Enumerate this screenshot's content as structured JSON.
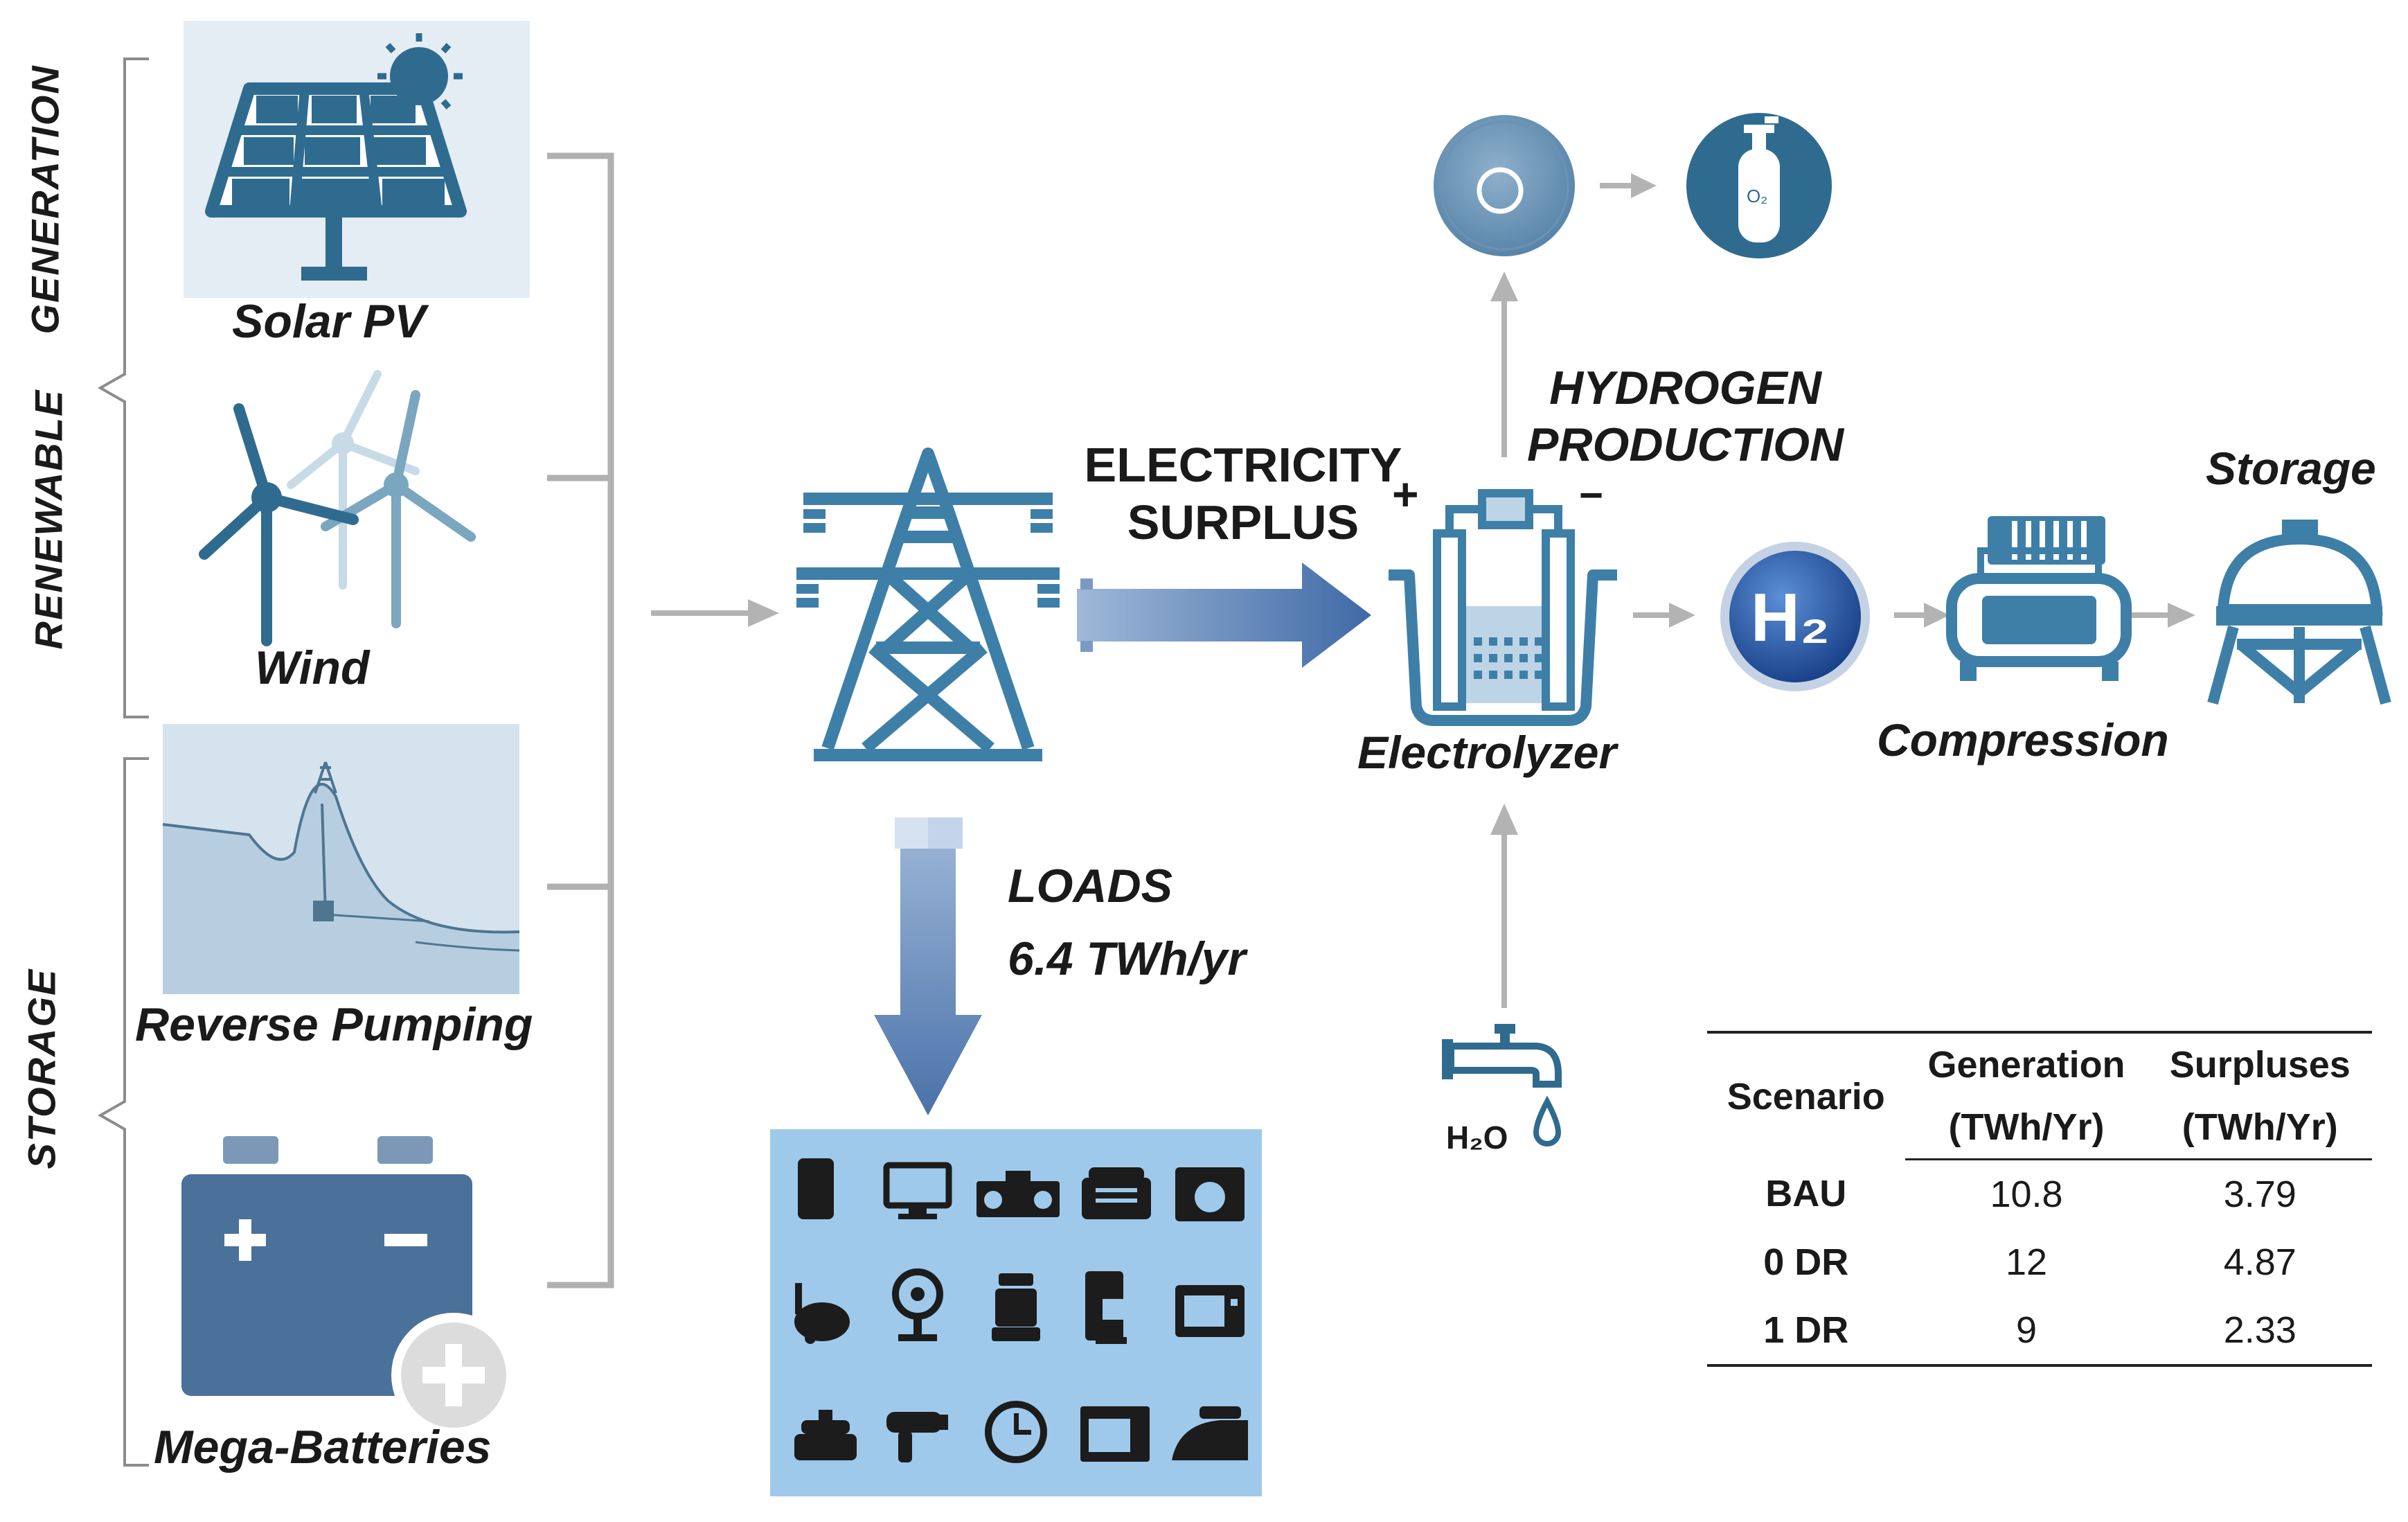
{
  "labels": {
    "renewable": "RENEWABLE",
    "generation": "GENERATION",
    "storage_side": "STORAGE",
    "solar_pv": "Solar PV",
    "wind": "Wind",
    "reverse_pumping": "Reverse Pumping",
    "mega_batteries": "Mega-Batteries",
    "electricity_surplus_1": "ELECTRICITY",
    "electricity_surplus_2": "SURPLUS",
    "hydrogen_production_1": "HYDROGEN",
    "hydrogen_production_2": "PRODUCTION",
    "loads": "LOADS",
    "loads_value": "6.4 TWh/yr",
    "electrolyzer": "Electrolyzer",
    "compression": "Compression",
    "storage": "Storage",
    "h2o": "H₂O",
    "h2": "H₂",
    "o2": "O₂",
    "o2_small": "O₂",
    "plus": "+",
    "minus": "−"
  },
  "table": {
    "headers": {
      "scenario": "Scenario",
      "generation_1": "Generation",
      "generation_2": "(TWh/Yr)",
      "surpluses_1": "Surpluses",
      "surpluses_2": "(TWh/Yr)"
    },
    "rows": [
      {
        "scenario": "BAU",
        "generation": "10.8",
        "surpluses": "3.79"
      },
      {
        "scenario": "0 DR",
        "generation": "12",
        "surpluses": "4.87"
      },
      {
        "scenario": "1 DR",
        "generation": "9",
        "surpluses": "2.33"
      }
    ]
  },
  "colors": {
    "icon_blue": "#2f6b8f",
    "steel_blue": "#3e7fa8",
    "arrow_gray": "#b3b3b3",
    "bracket_gray": "#b0b0b0",
    "loads_bg": "#9fc9ea",
    "battery": "#4a7199"
  },
  "icons": {
    "solar": "solar-panel-icon",
    "wind": "wind-turbine-icon",
    "pumping": "pumped-hydro-icon",
    "battery": "battery-icon",
    "tower": "transmission-tower-icon",
    "electrolyzer": "electrolyzer-icon",
    "h2": "hydrogen-molecule-icon",
    "o2": "oxygen-molecule-icon",
    "o2_tank": "oxygen-cylinder-icon",
    "compressor": "compressor-icon",
    "tank": "storage-tank-icon",
    "tap": "water-tap-icon",
    "appliances": "household-appliances-icon"
  }
}
